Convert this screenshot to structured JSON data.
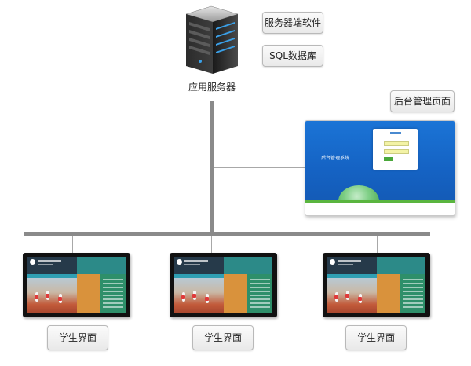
{
  "server": {
    "label": "应用服务器"
  },
  "server_components": [
    {
      "label": "服务器端软件"
    },
    {
      "label": "SQL数据库"
    }
  ],
  "admin": {
    "label": "后台管理页面",
    "screen_title": "后台管理系统"
  },
  "clients": [
    {
      "label": "学生界面"
    },
    {
      "label": "学生界面"
    },
    {
      "label": "学生界面"
    }
  ],
  "colors": {
    "admin_background": "#1563c4",
    "connector": "#8a8a8a"
  }
}
